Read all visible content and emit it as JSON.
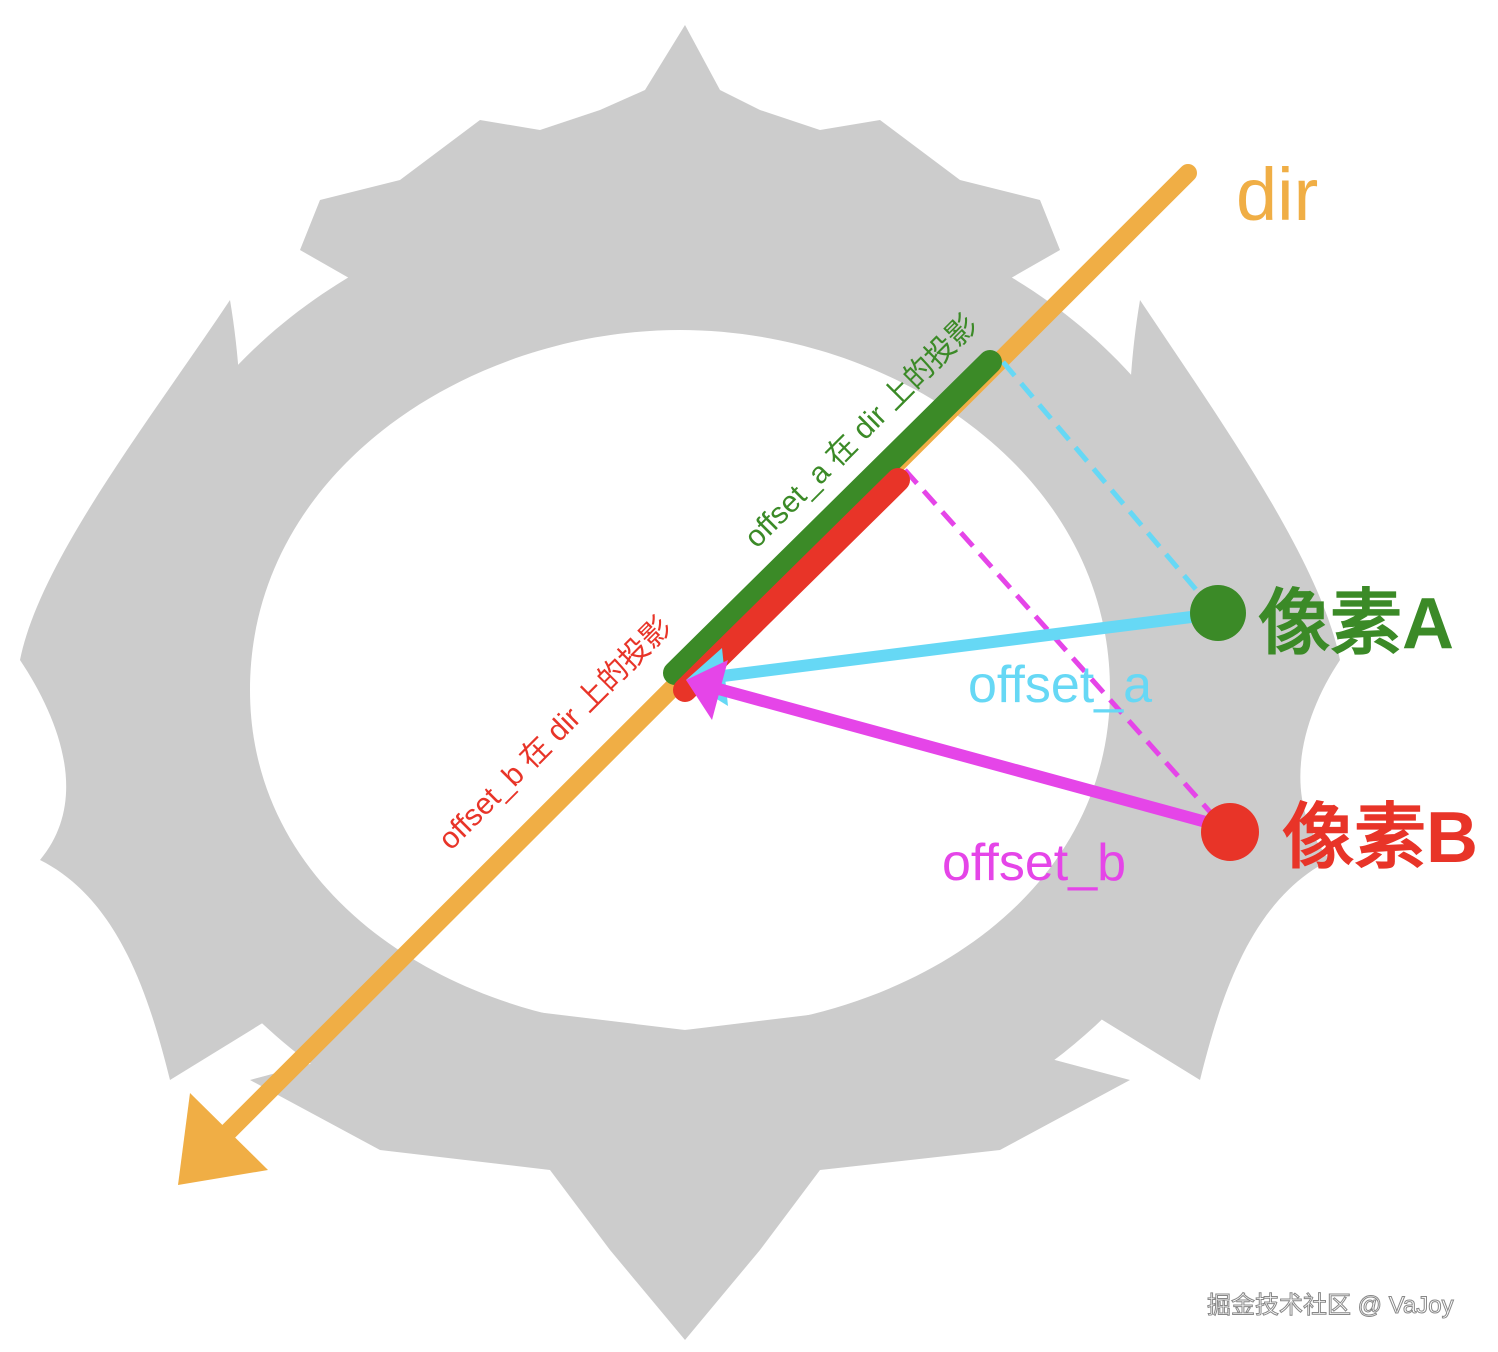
{
  "labels": {
    "dir": "dir",
    "pixel_a": "像素A",
    "pixel_b": "像素B",
    "offset_a": "offset_a",
    "offset_b": "offset_b",
    "proj_a": "offset_a 在 dir 上的投影",
    "proj_b": "offset_b 在 dir 上的投影"
  },
  "watermark": "掘金技术社区 @ VaJoy",
  "colors": {
    "dir": "#F0AE45",
    "pixel_a": "#3B8A27",
    "pixel_b": "#E83428",
    "offset_a": "#66D8F5",
    "offset_b": "#E545E8",
    "ornament": "#CCCCCC"
  }
}
